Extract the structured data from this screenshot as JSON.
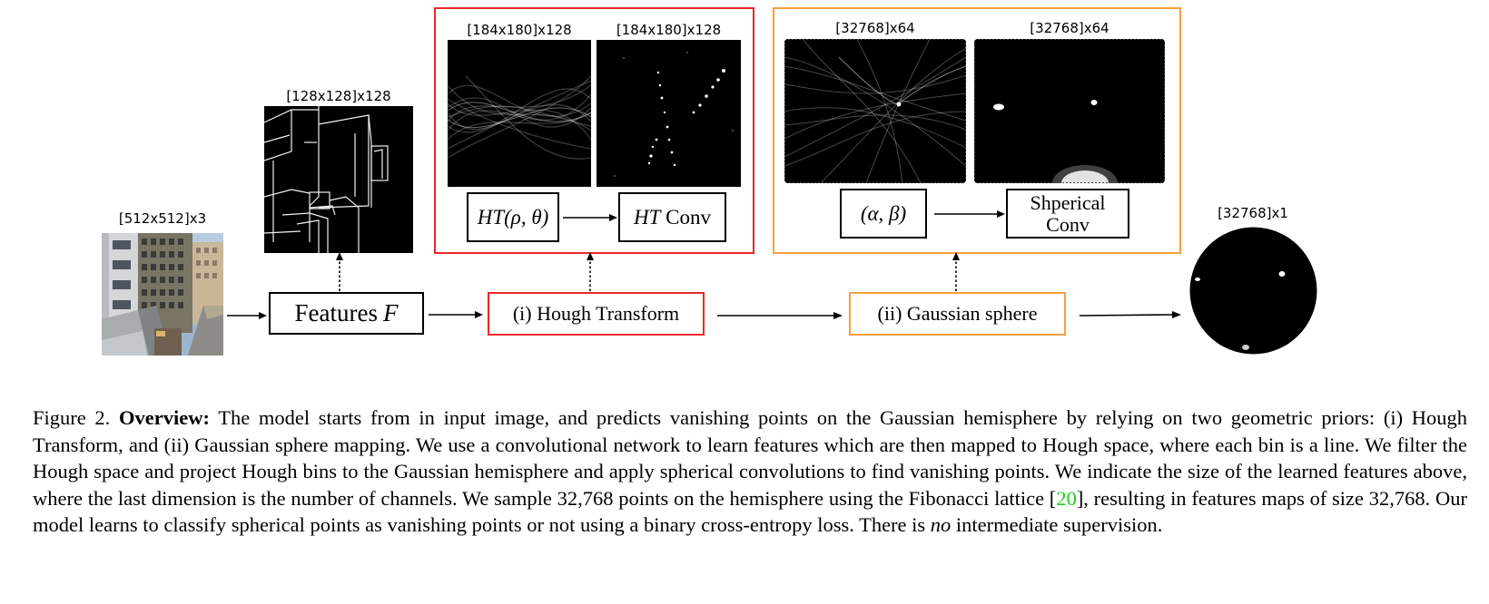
{
  "diagram": {
    "input_image": {
      "size_label": "[512x512]x3"
    },
    "features": {
      "size_label": "[128x128]x128",
      "box_label_text": "Features ",
      "box_label_var": "F"
    },
    "hough": {
      "size_label_left": "[184x180]x128",
      "size_label_right": "[184x180]x128",
      "ht_box_fn": "HT",
      "ht_box_args": "(ρ, θ)",
      "ht_conv_fn": "HT",
      "ht_conv_text": " Conv",
      "stage_label": "(i) Hough Transform",
      "color": "#e8282b"
    },
    "gaussian": {
      "size_label_left": "[32768]x64",
      "size_label_right": "[32768]x64",
      "alpha_beta": "(α, β)",
      "conv_line1": "Shperical",
      "conv_line2": "Conv",
      "stage_label": "(ii) Gaussian sphere",
      "color": "#f5a040"
    },
    "output": {
      "size_label": "[32768]x1"
    }
  },
  "caption": {
    "prefix": "Figure 2. ",
    "bold": "Overview:",
    "text1": " The model starts from in input image, and predicts vanishing points on the Gaussian hemisphere by relying on two geometric priors: (i) Hough Transform, and (ii) Gaussian sphere mapping. We use a convolutional network to learn features which are then mapped to Hough space, where each bin is a line. We filter the Hough space and project Hough bins to the Gaussian hemisphere and apply spherical convolutions to find vanishing points. We indicate the size of the learned features above, where the last dimension is the number of channels. We sample 32,768 points on the hemisphere using the Fibonacci lattice [",
    "cite": "20",
    "text2": "], resulting in features maps of size 32,768. Our model learns to classify spherical points as vanishing points or not using a binary cross-entropy loss. There is ",
    "italic": "no",
    "text3": " intermediate supervision."
  }
}
